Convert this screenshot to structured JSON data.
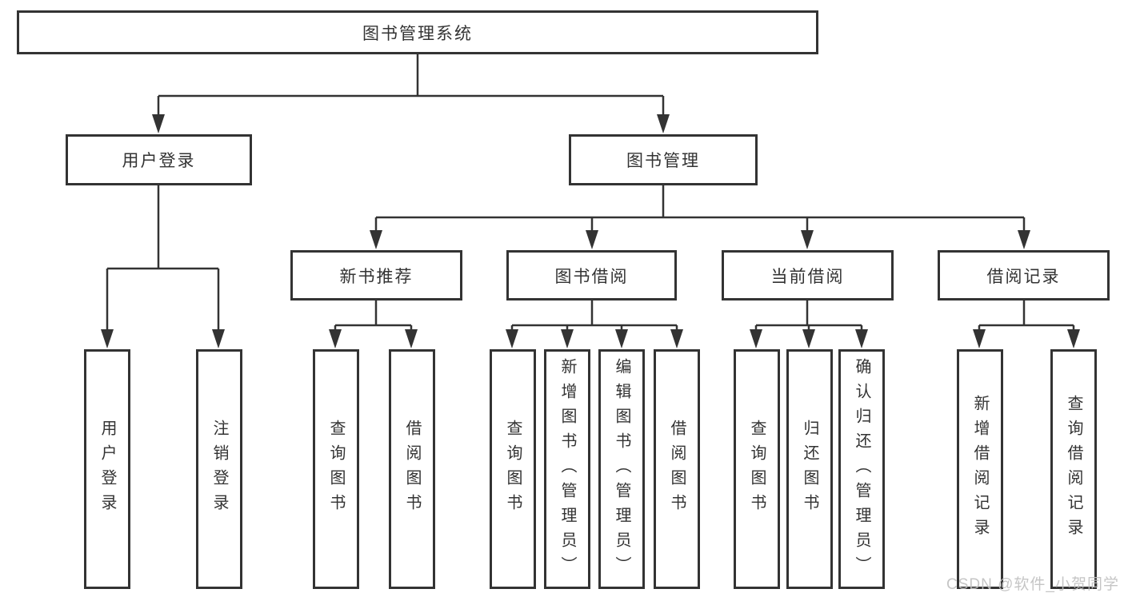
{
  "diagram": {
    "title": "图书管理系统",
    "level2": {
      "user_login": "用户登录",
      "book_mgmt": "图书管理"
    },
    "level3": {
      "new_books": "新书推荐",
      "borrowing": "图书借阅",
      "current": "当前借阅",
      "records": "借阅记录"
    },
    "leaves": {
      "login": "用户登录",
      "logout": "注销登录",
      "nb_query": "查询图书",
      "nb_borrow": "借阅图书",
      "bw_query": "查询图书",
      "bw_add": "新增图书（管理员）",
      "bw_edit": "编辑图书（管理员）",
      "bw_borrow": "借阅图书",
      "cur_query": "查询图书",
      "cur_return": "归还图书",
      "cur_confirm": "确认归还（管理员）",
      "rec_add": "新增借阅记录",
      "rec_query": "查询借阅记录"
    }
  },
  "watermark": {
    "text": "CSDN @软件_小贺同学"
  },
  "colors": {
    "line": "#333333",
    "box_border": "#333333",
    "text": "#333333",
    "watermark": "#bfbfbf",
    "background": "#ffffff"
  }
}
